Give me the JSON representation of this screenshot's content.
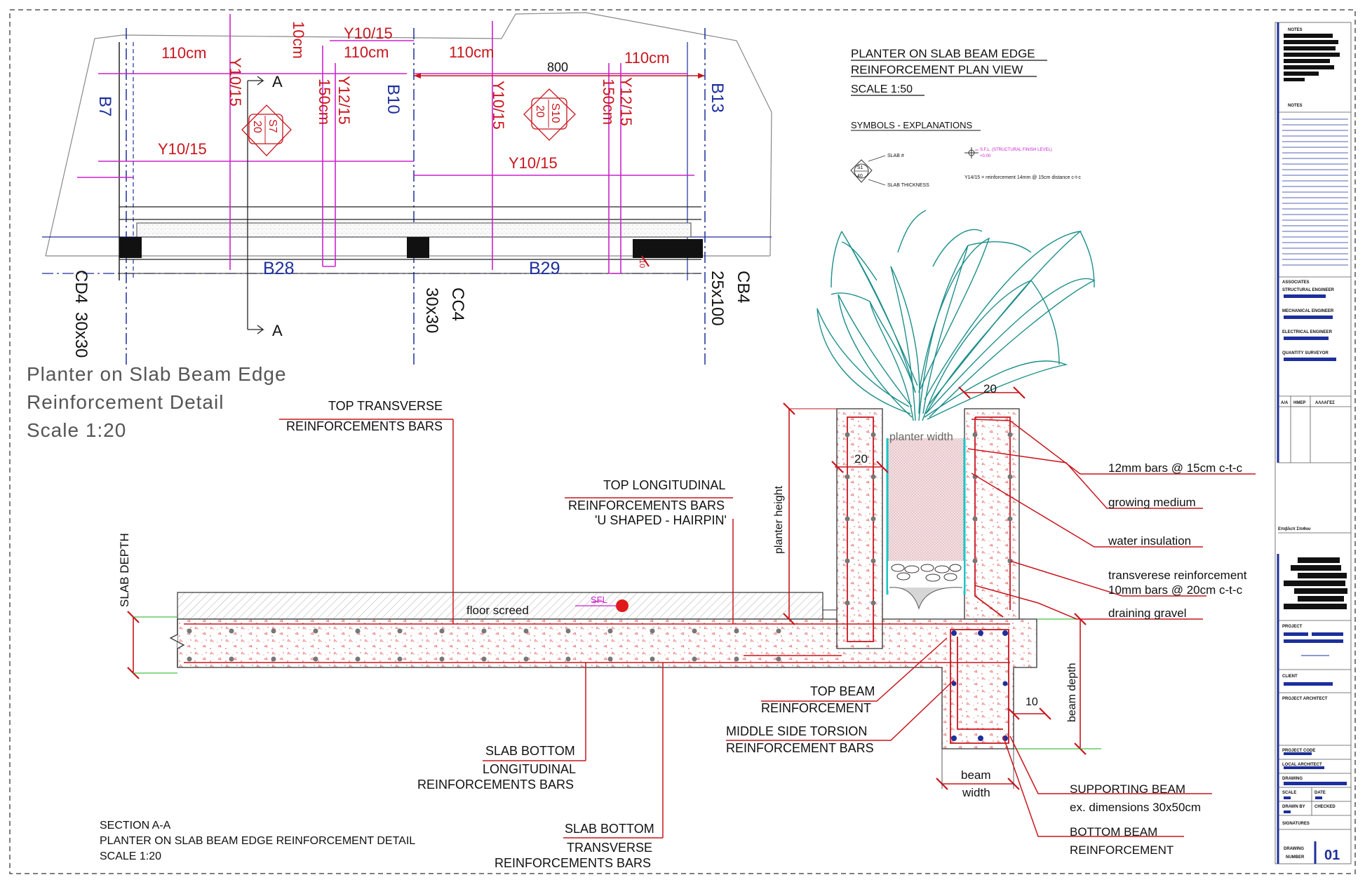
{
  "plan": {
    "grid_labels": [
      "B7",
      "B10",
      "B13"
    ],
    "beam_labels": [
      "B28",
      "B29"
    ],
    "columns": [
      {
        "name": "CD4",
        "size": "30x30"
      },
      {
        "name": "CC4",
        "size": "30x30"
      },
      {
        "name": "CB4",
        "size": "25x100"
      }
    ],
    "dims": {
      "d110_1": "110cm",
      "d110_2": "110cm",
      "d110_3": "110cm",
      "d110_4": "110cm",
      "d10": "10cm",
      "d800": "800",
      "d150_1": "150cm",
      "d150_2": "150cm",
      "d10_small": "10"
    },
    "bars": {
      "y10_a": "Y10/15",
      "y10_b": "Y10/15",
      "y10_c": "Y10/15",
      "y10_d": "Y10/15",
      "y10_e": "Y10/15",
      "y12_a": "Y12/15",
      "y12_b": "Y12/15"
    },
    "section_marks": [
      "A",
      "A"
    ],
    "slab_tags": [
      {
        "id": "S7",
        "thickness": "20"
      },
      {
        "id": "S10",
        "thickness": "20"
      }
    ]
  },
  "plan_title": {
    "line1": "PLANTER ON SLAB BEAM EDGE",
    "line2": "REINFORCEMENT PLAN VIEW",
    "scale": "SCALE 1:50"
  },
  "symbols": {
    "heading": "SYMBOLS - EXPLANATIONS",
    "slab_no": "SLAB #",
    "slab_thickness": "SLAB THICKNESS",
    "sfl": "S.F.L. (STRUCTURAL FINISH LEVEL)",
    "sfl_sub": "+0.00",
    "rebar_note": "Y14/15 = reinforcement 14mm @ 15cm distance c-t-c",
    "tag_id": "S1",
    "tag_thk": "40"
  },
  "detail_title": {
    "line1": "Planter on Slab Beam Edge",
    "line2": "Reinforcement Detail",
    "line3": "Scale 1:20"
  },
  "section": {
    "top_transverse_1": "TOP TRANSVERSE",
    "top_transverse_2": "REINFORCEMENTS BARS",
    "top_long_1": "TOP LONGITUDINAL",
    "top_long_2": "REINFORCEMENTS BARS",
    "top_long_3": "'U SHAPED - HAIRPIN'",
    "slab_depth": "SLAB DEPTH",
    "floor_screed": "floor screed",
    "sfl": "SFL",
    "planter_height": "planter height",
    "planter_width": "planter width",
    "dim_20_top": "20",
    "dim_20_wall": "20",
    "dim_10": "10",
    "bars_12": "12mm bars @ 15cm c-t-c",
    "growing_medium": "growing medium",
    "water_insulation": "water insulation",
    "transverse_1": "transverese reinforcement",
    "transverse_2": "10mm bars @ 20cm c-t-c",
    "draining_gravel": "draining gravel",
    "beam_depth": "beam depth",
    "top_beam_1": "TOP BEAM",
    "top_beam_2": "REINFORCEMENT",
    "torsion_1": "MIDDLE SIDE TORSION",
    "torsion_2": "REINFORCEMENT BARS",
    "slab_bottom_long_1": "SLAB BOTTOM",
    "slab_bottom_long_2": "LONGITUDINAL",
    "slab_bottom_long_3": "REINFORCEMENTS BARS",
    "beam_width_1": "beam",
    "beam_width_2": "width",
    "supporting_1": "SUPPORTING BEAM",
    "supporting_2": "ex. dimensions 30x50cm",
    "slab_bottom_tr_1": "SLAB BOTTOM",
    "slab_bottom_tr_2": "TRANSVERSE",
    "slab_bottom_tr_3": "REINFORCEMENTS BARS",
    "bottom_beam_1": "BOTTOM BEAM",
    "bottom_beam_2": "REINFORCEMENT"
  },
  "section_caption": {
    "line1": "SECTION A-A",
    "line2": "PLANTER ON SLAB BEAM EDGE REINFORCEMENT DETAIL",
    "line3": "SCALE 1:20"
  },
  "title_block": {
    "notes": "NOTES",
    "notes2": "NOTES",
    "associates": "ASSOCIATES",
    "structural": "STRUCTURAL ENGINEER",
    "mechanical": "MECHANICAL ENGINEER",
    "electrical": "ELECTRICAL ENGINEER",
    "quantity": "QUANTITY SURVEYOR",
    "rev_aa": "A/A",
    "rev_date": "ΗΜΕΡ",
    "rev_changes": "ΑΛΛΑΓΕΣ",
    "owner": "Επιβλεπ Σπιθου",
    "project": "PROJECT",
    "client": "CLIENT",
    "architect": "PROJECT ARCHITECT",
    "code": "PROJECT CODE",
    "local": "LOCAL ARCHITECT",
    "drawing": "DRAWING",
    "scale": "SCALE",
    "date": "DATE",
    "drawn": "DRAWN BY",
    "checked": "CHECKED",
    "signatures": "SIGNATURES",
    "drawing_number_1": "DRAWING",
    "drawing_number_2": "NUMBER",
    "drawing_no": "01"
  }
}
